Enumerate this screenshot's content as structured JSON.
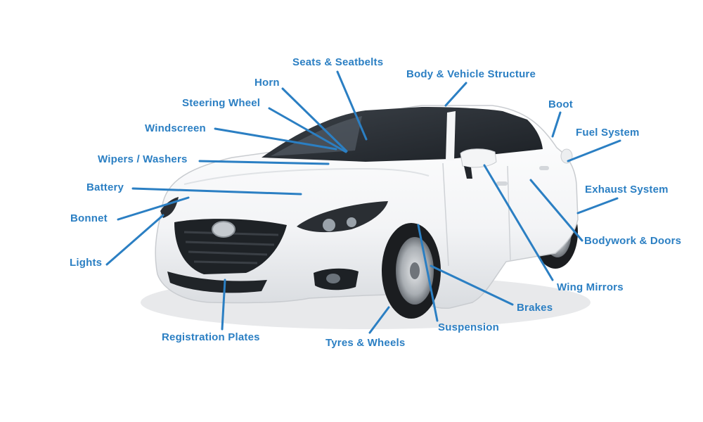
{
  "accent_color": "#2b7fc3",
  "image_subject": "car-icon",
  "labels": {
    "seats": "Seats & Seatbelts",
    "body_structure": "Body & Vehicle Structure",
    "horn": "Horn",
    "steering": "Steering Wheel",
    "boot": "Boot",
    "windscreen": "Windscreen",
    "fuel": "Fuel System",
    "wipers": "Wipers / Washers",
    "battery": "Battery",
    "exhaust": "Exhaust System",
    "bonnet": "Bonnet",
    "bodywork": "Bodywork & Doors",
    "lights": "Lights",
    "wing_mirrors": "Wing Mirrors",
    "brakes": "Brakes",
    "suspension": "Suspension",
    "registration": "Registration Plates",
    "tyres": "Tyres & Wheels"
  }
}
